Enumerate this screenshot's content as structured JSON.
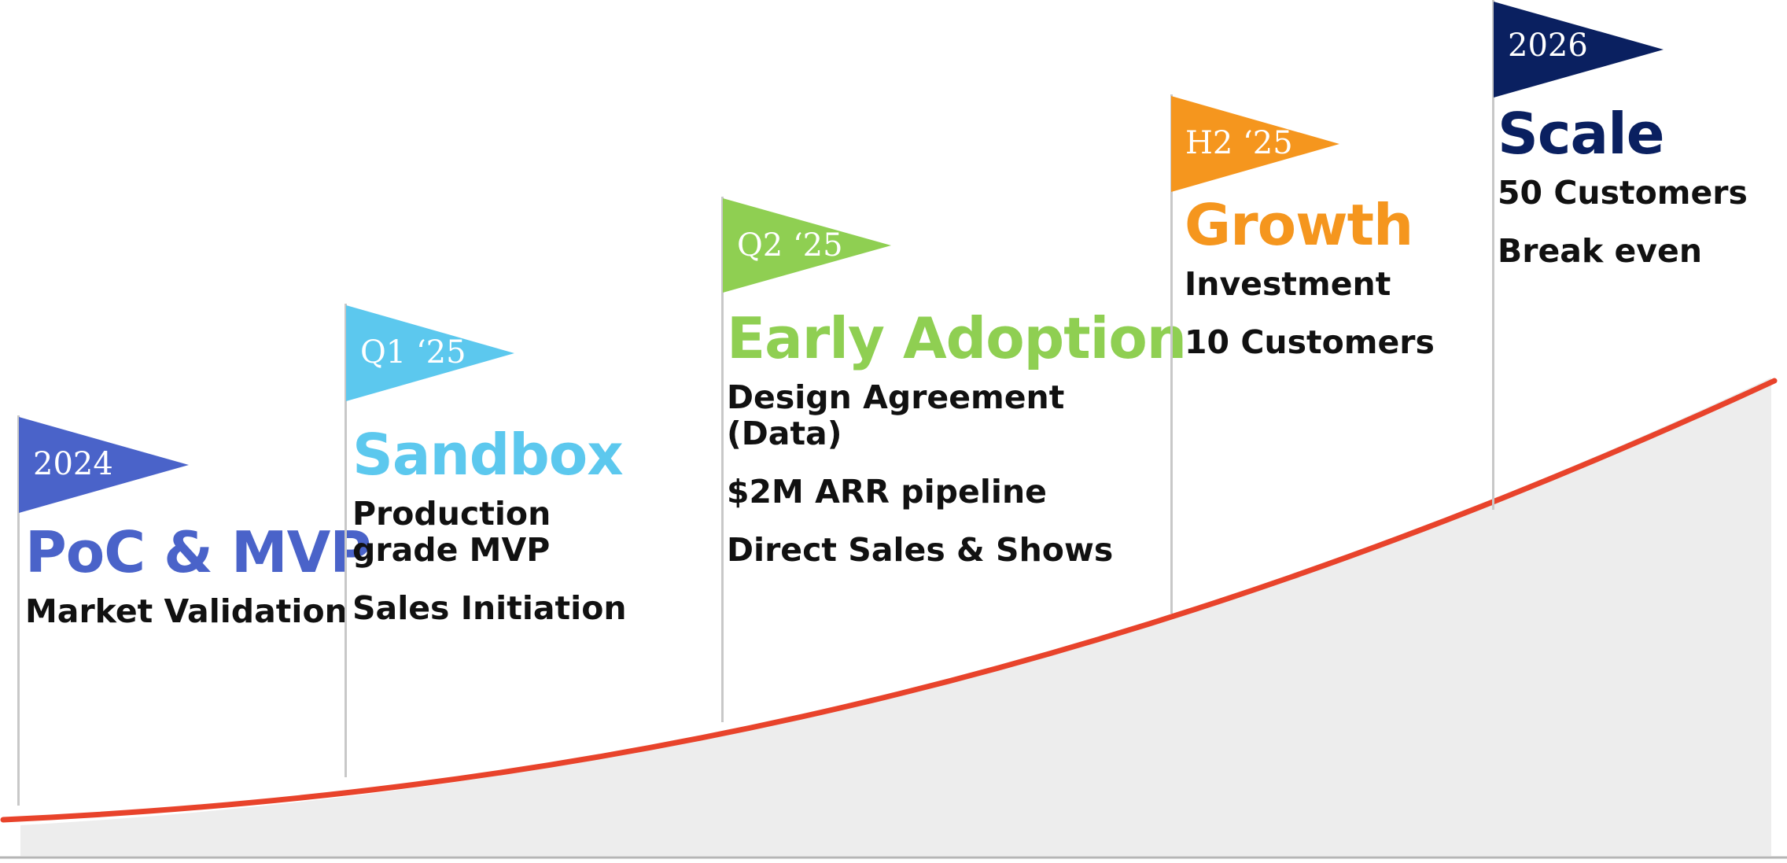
{
  "colors": {
    "curve": "#e8432b",
    "area_fill": "#ededed",
    "baseline": "#b5b5b5",
    "pole": "#c8c8c8",
    "item_text": "#111111"
  },
  "stages": [
    {
      "period": "2024",
      "title": "PoC & MVP",
      "color": "#4a63c9",
      "items": [
        "Market Validation"
      ]
    },
    {
      "period": "Q1 ‘25",
      "title": "Sandbox",
      "color": "#5cc8ee",
      "items": [
        "Production grade MVP",
        "Sales Initiation"
      ]
    },
    {
      "period": "Q2 ‘25",
      "title": "Early Adoption",
      "color": "#8fcf52",
      "items": [
        "Design Agreement (Data)",
        "$2M ARR pipeline",
        "Direct Sales & Shows"
      ]
    },
    {
      "period": "H2 ‘25",
      "title": "Growth",
      "color": "#f5961e",
      "items": [
        "Investment",
        "10 Customers"
      ]
    },
    {
      "period": "2026",
      "title": "Scale",
      "color": "#0a2060",
      "items": [
        "50 Customers",
        "Break even"
      ]
    }
  ]
}
